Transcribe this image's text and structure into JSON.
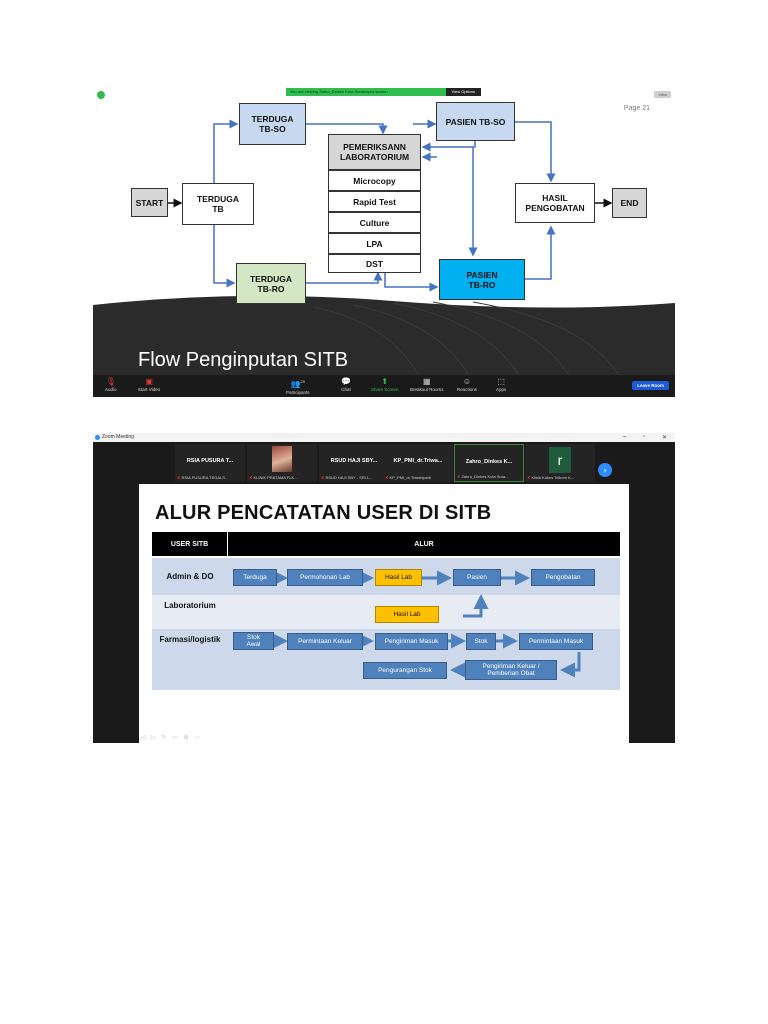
{
  "screen1": {
    "share_message": "You are viewing Zahro_Dinkes Kota Surabaya's screen",
    "view_options": "View Options",
    "view_button": "View",
    "page_label": "Page 21",
    "flowchart": {
      "start": "START",
      "terduga_tb": "TERDUGA\nTB",
      "terduga_tb_so": "TERDUGA\nTB-SO",
      "terduga_tb_ro": "TERDUGA\nTB-RO",
      "pemeriksaan_lab": "PEMERIKSANN\nLABORATORIUM",
      "lab_items": [
        "Microcopy",
        "Rapid Test",
        "Culture",
        "LPA",
        "DST"
      ],
      "pasien_tb_so": "PASIEN TB-SO",
      "pasien_tb_ro": "PASIEN\nTB-RO",
      "hasil_pengobatan": "HASIL\nPENGOBATAN",
      "end": "END"
    },
    "slide_title": "Flow Penginputan SITB",
    "toolbar": {
      "audio": "Audio",
      "start_video": "Start Video",
      "participants": "Participants",
      "participants_count": "29",
      "chat": "Chat",
      "share_screen": "Share Screen",
      "breakout_rooms": "Breakout Rooms",
      "reactions": "Reactions",
      "apps": "Apps",
      "leave_room": "Leave Room"
    },
    "colors": {
      "share_green": "#2ebd4e",
      "box_blue_light": "#c6d9f1",
      "box_blue_bright": "#00b0f0",
      "box_green": "#d4e7c4",
      "arrow_blue": "#4472c4"
    }
  },
  "screen2": {
    "window_title": "Zoom Meeting",
    "participants": [
      {
        "name": "RSIA PUSURA T...",
        "sub": "RSIA PUSURA TEGALS..."
      },
      {
        "name": "",
        "sub": "KLINIK PRATAMA FLK..."
      },
      {
        "name": "RSUD HAJI SBY...",
        "sub": "RSUD HAJI SBY - SRI L..."
      },
      {
        "name": "KP_PMI_dr.Triwa...",
        "sub": "KP_PMI_dr.Triwahjoedi"
      },
      {
        "name": "Zahro_Dinkes K...",
        "sub": "Zahro_Dinkes Kota Sura..."
      },
      {
        "name": "r",
        "sub": "Klinik Kokes Telkom K..."
      }
    ],
    "slide": {
      "title": "ALUR PENCATATAN USER DI SITB",
      "col_user": "USER SITB",
      "col_alur": "ALUR",
      "row_admin": "Admin & DO",
      "row_lab": "Laboratorium",
      "row_farmasi": "Farmasi/logistik",
      "admin_flow": [
        "Terduga",
        "Permohonan Lab",
        "Hasil Lab",
        "Pasien",
        "Pengobatan"
      ],
      "lab_flow": [
        "Hasil Lab"
      ],
      "farmasi_flow_top": [
        "Stok\nAwal",
        "Permintaan Keluar",
        "Pengiriman Masuk",
        "Stok",
        "Permintaan Masuk"
      ],
      "farmasi_flow_bottom": [
        "Pengurangan Stok",
        "Pengiriman Keluar /\nPemberian Obat"
      ]
    },
    "slide_controls": "◁ ▷ ✎ ▭ ⊕ ⋯",
    "colors": {
      "step_blue": "#4f81bd",
      "step_yellow": "#ffc000",
      "row_band": "#cdd8ea",
      "header": "#000000"
    }
  }
}
